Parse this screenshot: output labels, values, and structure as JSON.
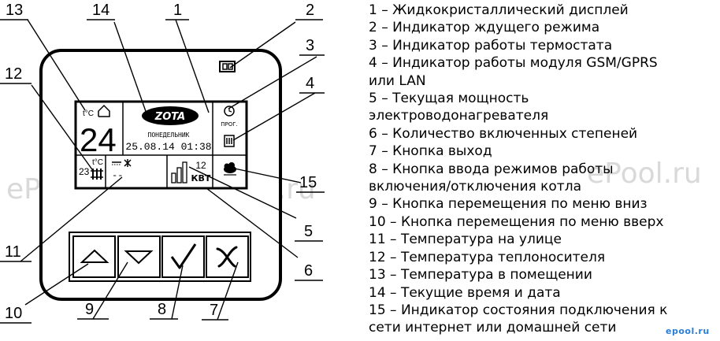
{
  "callouts": [
    "13",
    "14",
    "1",
    "2",
    "3",
    "4",
    "12",
    "15",
    "11",
    "5",
    "6",
    "10",
    "9",
    "8",
    "7"
  ],
  "display": {
    "indoor_unit": "t°C",
    "room_temp": "24",
    "brand": "ZOTA",
    "day": "ПОНЕДЕЛЬНИК",
    "datetime": "25.08.14 01:38",
    "program_label": "ПРОГ.",
    "coolant_unit": "t°C",
    "coolant_temp": "23",
    "outdoor_value": "--",
    "power_value": "12",
    "power_unit": "КВТ"
  },
  "legend": [
    "1 – Жидкокристаллический дисплей",
    "2 – Индикатор ждущего режима",
    "3 – Индикатор работы термостата",
    "4 – Индикатор работы модуля GSM/GPRS",
    "или LAN",
    "5 – Текущая мощность",
    "электроводонагревателя",
    "6 – Количество включенных степеней",
    "7 – Кнопка выход",
    "8 – Кнопка ввода режимов работы",
    "включения/отключения котла",
    "9 – Кнопка перемещения по меню вниз",
    "10 – Кнопка перемещения по меню вверх",
    "11 – Температура на улице",
    "12 – Температура теплоносителя",
    "13 – Температура в помещении",
    "14 – Текущие время и дата",
    "15 – Индикатор состояния подключения к",
    "сети интернет или домашней сети"
  ],
  "watermarks": [
    "ePool.ru",
    "ePool.ru",
    "ePool.ru",
    "epool.ru"
  ]
}
